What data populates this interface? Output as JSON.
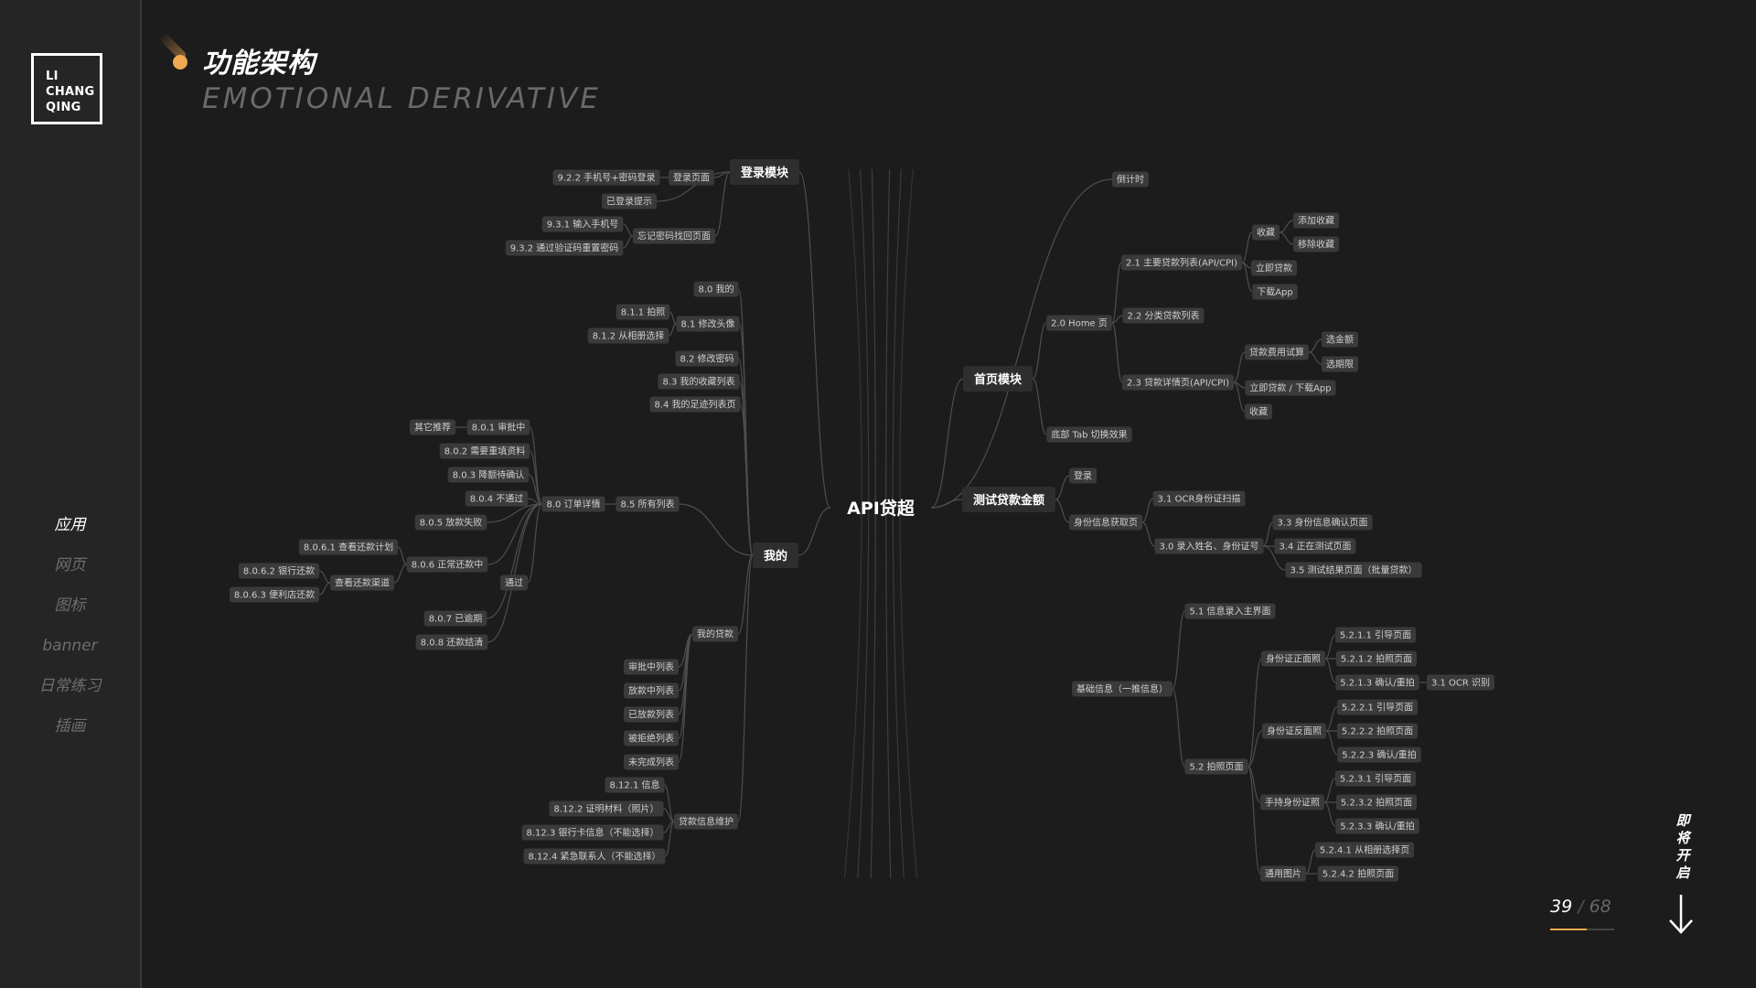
{
  "brand": {
    "logo_lines": [
      "LI",
      "CHANG",
      "QING"
    ]
  },
  "nav": [
    {
      "label": "应用",
      "active": true
    },
    {
      "label": "网页",
      "active": false
    },
    {
      "label": "图标",
      "active": false
    },
    {
      "label": "banner",
      "active": false
    },
    {
      "label": "日常练习",
      "active": false
    },
    {
      "label": "插画",
      "active": false
    }
  ],
  "header": {
    "title": "功能架构",
    "subtitle": "EMOTIONAL DERIVATIVE"
  },
  "pager": {
    "current": "39",
    "total": "68",
    "progress": 0.57
  },
  "coming_soon": "即将开启",
  "colors": {
    "accent": "#f0a950",
    "background": "#1c1c1c",
    "sidebar": "#252525",
    "node": "#3a3a3a"
  },
  "mindmap": {
    "root": "API贷超",
    "nodes": {
      "login": "登录模块",
      "n922": "9.2.2 手机号+密码登录",
      "login_page": "登录页面",
      "logged_tip": "已登录提示",
      "n931": "9.3.1 输入手机号",
      "forgot": "忘记密码找回页面",
      "n932": "9.3.2 通过验证码重置密码",
      "mine": "我的",
      "n80mine": "8.0 我的",
      "n811": "8.1.1 拍照",
      "n81": "8.1 修改头像",
      "n812": "8.1.2 从相册选择",
      "n82": "8.2 修改密码",
      "n83": "8.3 我的收藏列表",
      "n84": "8.4 我的足迹列表页",
      "other_rec": "其它推荐",
      "n801": "8.0.1 审批中",
      "n802": "8.0.2 需要重填资料",
      "n803": "8.0.3 降额待确认",
      "n804": "8.0.4 不通过",
      "n80order": "8.0 订单详情",
      "n85": "8.5 所有列表",
      "n805": "8.0.5 放款失败",
      "n8061": "8.0.6.1 查看还款计划",
      "n8062": "8.0.6.2 银行还款",
      "n806": "8.0.6 正常还款中",
      "view_repay": "查看还款渠道",
      "passed": "通过",
      "n8063": "8.0.6.3 便利店还款",
      "n807": "8.0.7 已逾期",
      "n808": "8.0.8 还款结清",
      "my_loan": "我的贷款",
      "list_audit": "审批中列表",
      "list_lending": "放款中列表",
      "list_lent": "已放款列表",
      "list_rejected": "被拒绝列表",
      "list_unfinished": "未完成列表",
      "n8121": "8.12.1 信息",
      "n8122": "8.12.2 证明材料（照片）",
      "loan_info": "贷款信息维护",
      "n8123": "8.12.3 银行卡信息（不能选择）",
      "n8124": "8.12.4 紧急联系人（不能选择）",
      "countdown": "倒计时",
      "home_module": "首页模块",
      "n20home": "2.0 Home 页",
      "n21": "2.1 主要贷款列表(API/CPI)",
      "fav": "收藏",
      "add_fav": "添加收藏",
      "remove_fav": "移除收藏",
      "apply_now": "立即贷款",
      "download": "下载App",
      "n22": "2.2 分类贷款列表",
      "n23": "2.3 贷款详情页(API/CPI)",
      "fee_calc": "贷款费用试算",
      "pick_amount": "选金额",
      "pick_term": "选期限",
      "apply_dl": "立即贷款 / 下载App",
      "fav2": "收藏",
      "bottom_tab": "底部 Tab 切换效果",
      "test_module": "测试贷款金额",
      "login2": "登录",
      "id_get": "身份信息获取页",
      "n31": "3.1 OCR身份证扫描",
      "n30": "3.0 录入姓名、身份证号",
      "n33": "3.3 身份信息确认页面",
      "n34": "3.4 正在测试页面",
      "n35": "3.5 测试结果页面（批量贷款）",
      "basic": "基础信息（一推信息）",
      "n51": "5.1 信息录入主界面",
      "id_front": "身份证正面照",
      "n5211": "5.2.1.1 引导页面",
      "n5212": "5.2.1.2 拍照页面",
      "n5213": "5.2.1.3 确认/重拍",
      "ocr31": "3.1 OCR 识别",
      "n5221": "5.2.2.1 引导页面",
      "id_back": "身份证反面照",
      "n5222": "5.2.2.2 拍照页面",
      "n5223": "5.2.2.3 确认/重拍",
      "n52": "5.2 拍照页面",
      "n5231": "5.2.3.1 引导页面",
      "hold_id": "手持身份证照",
      "n5232": "5.2.3.2 拍照页面",
      "n5233": "5.2.3.3 确认/重拍",
      "n5241": "5.2.4.1 从相册选择页",
      "common_img": "通用图片",
      "n5242": "5.2.4.2 拍照页面"
    }
  }
}
